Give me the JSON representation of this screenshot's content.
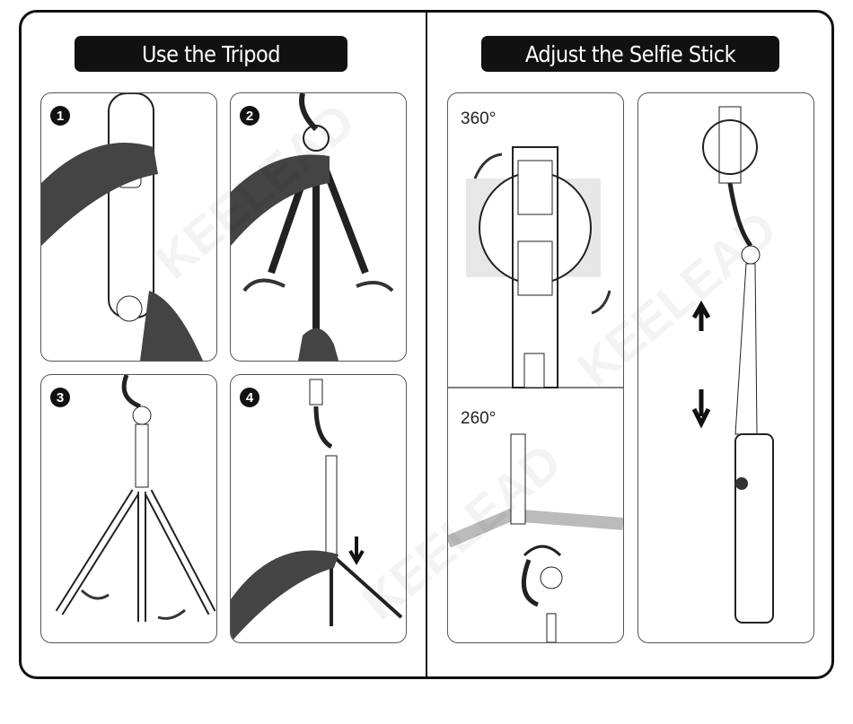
{
  "left_section": {
    "title": "Use the Tripod",
    "steps": [
      "1",
      "2",
      "3",
      "4"
    ]
  },
  "right_section": {
    "title": "Adjust the Selfie Stick",
    "rotation_top": "360°",
    "rotation_bottom": "260°"
  },
  "watermark": "KEELEAD"
}
